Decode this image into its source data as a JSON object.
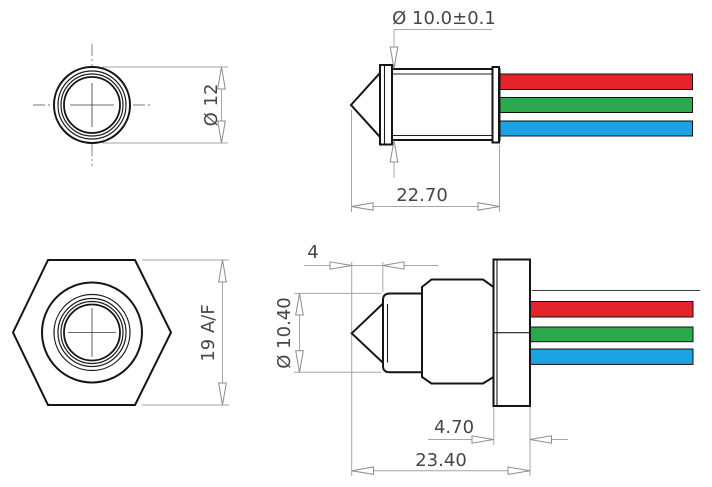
{
  "drawing": {
    "description": "Two-row technical drawing of a cone-tipped sensor probe: threaded version (top) and hex-flange version (bottom), each with front view, side view and three lead wires"
  },
  "views": {
    "threaded_front": {
      "diameter": "Ø 12"
    },
    "threaded_side": {
      "thread_diameter": "Ø 10.0±0.1",
      "body_length": "22.70"
    },
    "hex_front": {
      "across_flats": "19 A/F"
    },
    "hex_side": {
      "tip_length": "4",
      "tip_diameter": "Ø 10.40",
      "flange_width": "4.70",
      "total_length": "23.40"
    }
  },
  "wires": {
    "names": [
      "red",
      "green",
      "blue"
    ]
  },
  "wire_colors": {
    "red": "#e5232b",
    "green": "#2ba94c",
    "blue": "#1ba2e3"
  },
  "line_colors": {
    "outline": "#151515",
    "dimension": "#a6a6a6",
    "text": "#464646"
  }
}
